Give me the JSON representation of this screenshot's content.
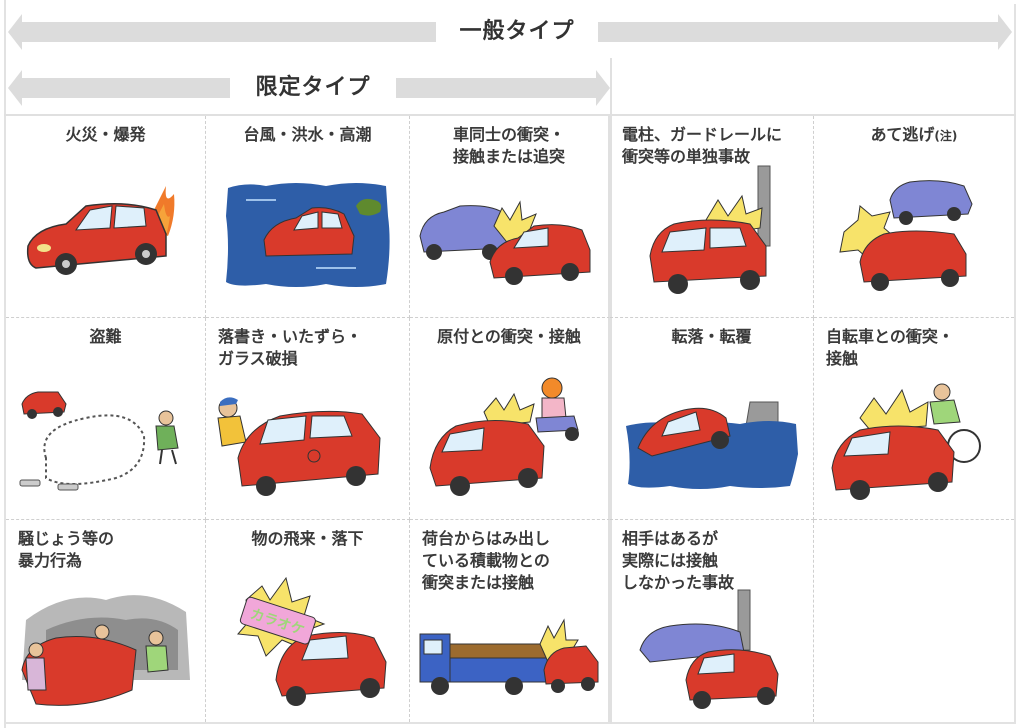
{
  "header": {
    "general_type_label": "一般タイプ",
    "limited_type_label": "限定タイプ"
  },
  "cases": [
    {
      "title": "火災・爆発",
      "illustration": "car-on-fire",
      "align": "center"
    },
    {
      "title": "台風・洪水・高潮",
      "illustration": "car-in-flood",
      "align": "center"
    },
    {
      "title": "車同士の衝突・\n接触または追突",
      "illustration": "car-collision",
      "align": "center"
    },
    {
      "title": "電柱、ガードレールに\n衝突等の単独事故",
      "illustration": "car-hits-pole",
      "align": "left"
    },
    {
      "title": "あて逃げ",
      "note": "(注)",
      "illustration": "hit-and-run",
      "align": "center"
    },
    {
      "title": "盗難",
      "illustration": "car-theft",
      "align": "center"
    },
    {
      "title": "落書き・いたずら・\nガラス破損",
      "illustration": "vandalism",
      "align": "left"
    },
    {
      "title": "原付との衝突・接触",
      "illustration": "moped-collision",
      "align": "center"
    },
    {
      "title": "転落・転覆",
      "illustration": "car-falls-into-water",
      "align": "center"
    },
    {
      "title": "自転車との衝突・\n接触",
      "illustration": "bicycle-collision",
      "align": "left"
    },
    {
      "title": "騒じょう等の\n暴力行為",
      "illustration": "riot-violence",
      "align": "left"
    },
    {
      "title": "物の飛来・落下",
      "illustration": "falling-object",
      "align": "center",
      "object_text": "カラオケ"
    },
    {
      "title": "荷台からはみ出し\nている積載物との\n衝突または接触",
      "illustration": "truck-load-collision",
      "align": "left"
    },
    {
      "title": "相手はあるが\n実際には接触\nしなかった事故",
      "illustration": "near-miss-accident",
      "align": "left"
    },
    {
      "title": "",
      "illustration": "empty",
      "align": "center"
    }
  ],
  "colors": {
    "car_red": "#d93a2b",
    "car_blue": "#7f86d4",
    "water_blue": "#2e5ea8",
    "impact_yellow": "#f7e36a",
    "arrow_gray": "#dcdcdc"
  }
}
